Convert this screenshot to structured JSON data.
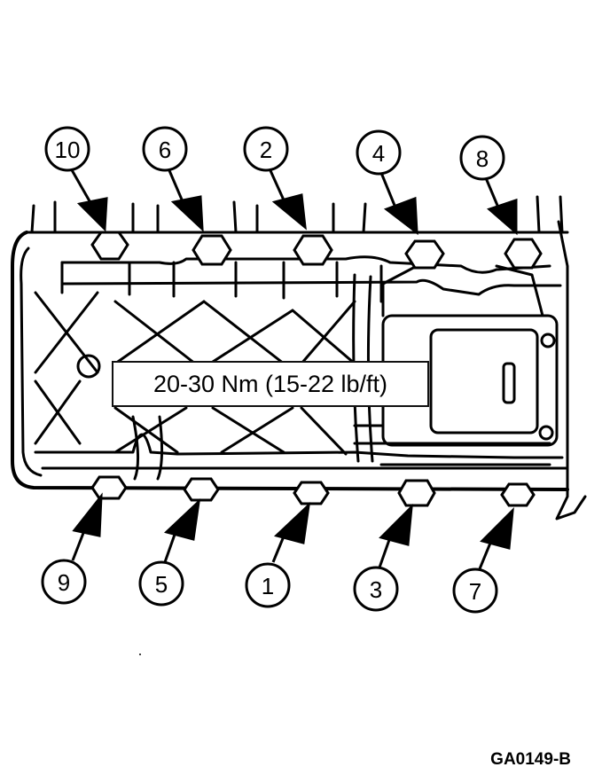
{
  "torque_spec": "20-30 Nm (15-22 lb/ft)",
  "figure_id": "GA0149-B",
  "top_bolts": [
    {
      "seq": "10"
    },
    {
      "seq": "6"
    },
    {
      "seq": "2"
    },
    {
      "seq": "4"
    },
    {
      "seq": "8"
    }
  ],
  "bottom_bolts": [
    {
      "seq": "9"
    },
    {
      "seq": "5"
    },
    {
      "seq": "1"
    },
    {
      "seq": "3"
    },
    {
      "seq": "7"
    }
  ]
}
